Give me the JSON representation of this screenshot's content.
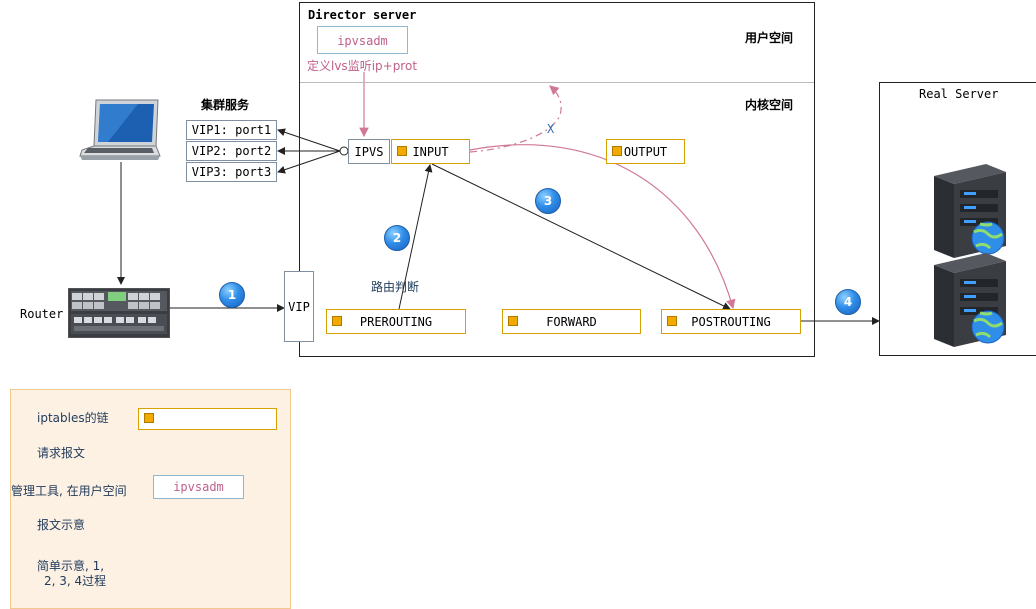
{
  "director": {
    "title": "Director server",
    "user_space": "用户空间",
    "kernel_space": "内核空间",
    "ipvsadm": "ipvsadm",
    "ipvsadm_note": "定义lvs监听ip+prot"
  },
  "cluster": {
    "title": "集群服务",
    "items": [
      "VIP1: port1",
      "VIP2: port2",
      "VIP3: port3"
    ]
  },
  "ipvs_label": "IPVS",
  "chains": {
    "input": "INPUT",
    "output": "OUTPUT",
    "prerouting": "PREROUTING",
    "forward": "FORWARD",
    "postrouting": "POSTROUTING"
  },
  "vip_label": "VIP",
  "router_label": "Router",
  "routing_decision": "路由判断",
  "x_mark": "X",
  "real_server": "Real Server",
  "steps": [
    "1",
    "2",
    "3",
    "4"
  ],
  "legend": {
    "chain": "iptables的链",
    "request": "请求报文",
    "tool": "管理工具, 在用户空间",
    "tool_box": "ipvsadm",
    "packet": "报文示意",
    "simple_line1": "简单示意, 1,",
    "simple_line2": "2, 3, 4过程"
  },
  "colors": {
    "pink": "#d07898",
    "chain_border": "#d9a100",
    "badge": "#2f8ee8",
    "legend_bg": "#fdf1e4"
  }
}
